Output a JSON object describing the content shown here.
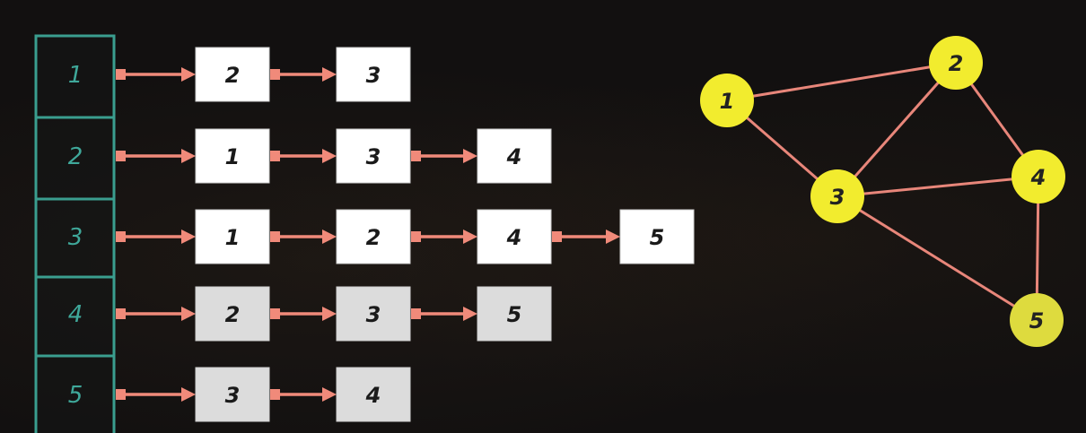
{
  "colors": {
    "array_border": "#3a9e8f",
    "index_text": "#3fa89a",
    "arrow": "#f08a7a",
    "node_fill_bright": "#ffffff",
    "node_fill_dim": "#dcdcdc",
    "vertex_fill": "#f2ec2e",
    "vertex_fill_dim": "#dedb3e",
    "edge": "#e8867a"
  },
  "adjacency_list": [
    {
      "index": "1",
      "neighbors": [
        "2",
        "3"
      ]
    },
    {
      "index": "2",
      "neighbors": [
        "1",
        "3",
        "4"
      ]
    },
    {
      "index": "3",
      "neighbors": [
        "1",
        "2",
        "4",
        "5"
      ]
    },
    {
      "index": "4",
      "neighbors": [
        "2",
        "3",
        "5"
      ]
    },
    {
      "index": "5",
      "neighbors": [
        "3",
        "4"
      ]
    }
  ],
  "graph": {
    "vertices": [
      "1",
      "2",
      "3",
      "4",
      "5"
    ],
    "edges": [
      [
        "1",
        "2"
      ],
      [
        "1",
        "3"
      ],
      [
        "2",
        "3"
      ],
      [
        "2",
        "4"
      ],
      [
        "3",
        "4"
      ],
      [
        "3",
        "5"
      ],
      [
        "4",
        "5"
      ]
    ]
  }
}
